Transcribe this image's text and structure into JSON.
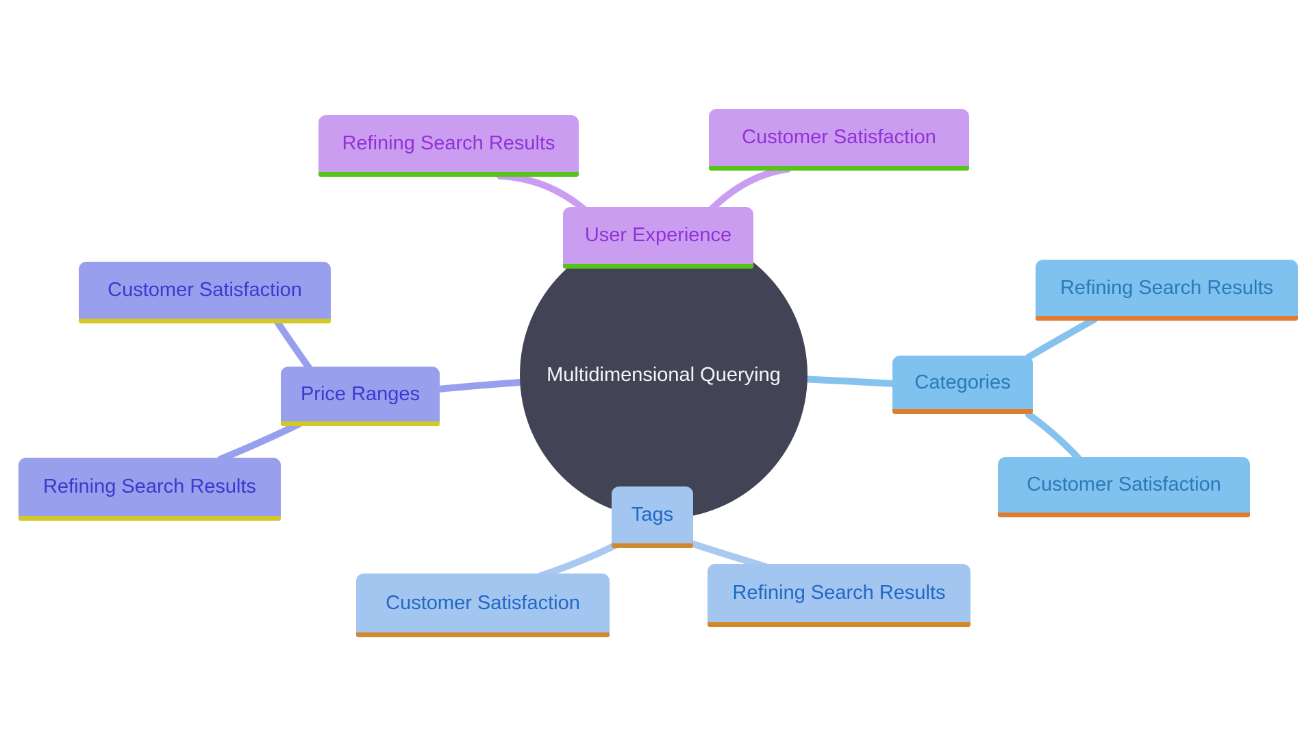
{
  "diagram": {
    "type": "mindmap",
    "root": {
      "label": "Multidimensional Querying",
      "colors": {
        "fill": "#424456",
        "text": "#f5f6f8"
      }
    },
    "branches": [
      {
        "label": "User Experience",
        "colors": {
          "fill": "#cb9df0",
          "text": "#9132d6",
          "accent": "#57c41a",
          "edge": "#cb9df0"
        },
        "children": [
          {
            "label": "Refining Search Results"
          },
          {
            "label": "Customer Satisfaction"
          }
        ]
      },
      {
        "label": "Price Ranges",
        "colors": {
          "fill": "#98a0ee",
          "text": "#3e38cd",
          "accent": "#d2c929",
          "edge": "#98a0ee"
        },
        "children": [
          {
            "label": "Customer Satisfaction"
          },
          {
            "label": "Refining Search Results"
          }
        ]
      },
      {
        "label": "Categories",
        "colors": {
          "fill": "#80c2ef",
          "text": "#2b7ab8",
          "accent": "#e07c30",
          "edge": "#85c3ee"
        },
        "children": [
          {
            "label": "Refining Search Results"
          },
          {
            "label": "Customer Satisfaction"
          }
        ]
      },
      {
        "label": "Tags",
        "colors": {
          "fill": "#a3c6f0",
          "text": "#2268c4",
          "accent": "#d1892e",
          "edge": "#a9c9f1"
        },
        "children": [
          {
            "label": "Customer Satisfaction"
          },
          {
            "label": "Refining Search Results"
          }
        ]
      }
    ]
  }
}
